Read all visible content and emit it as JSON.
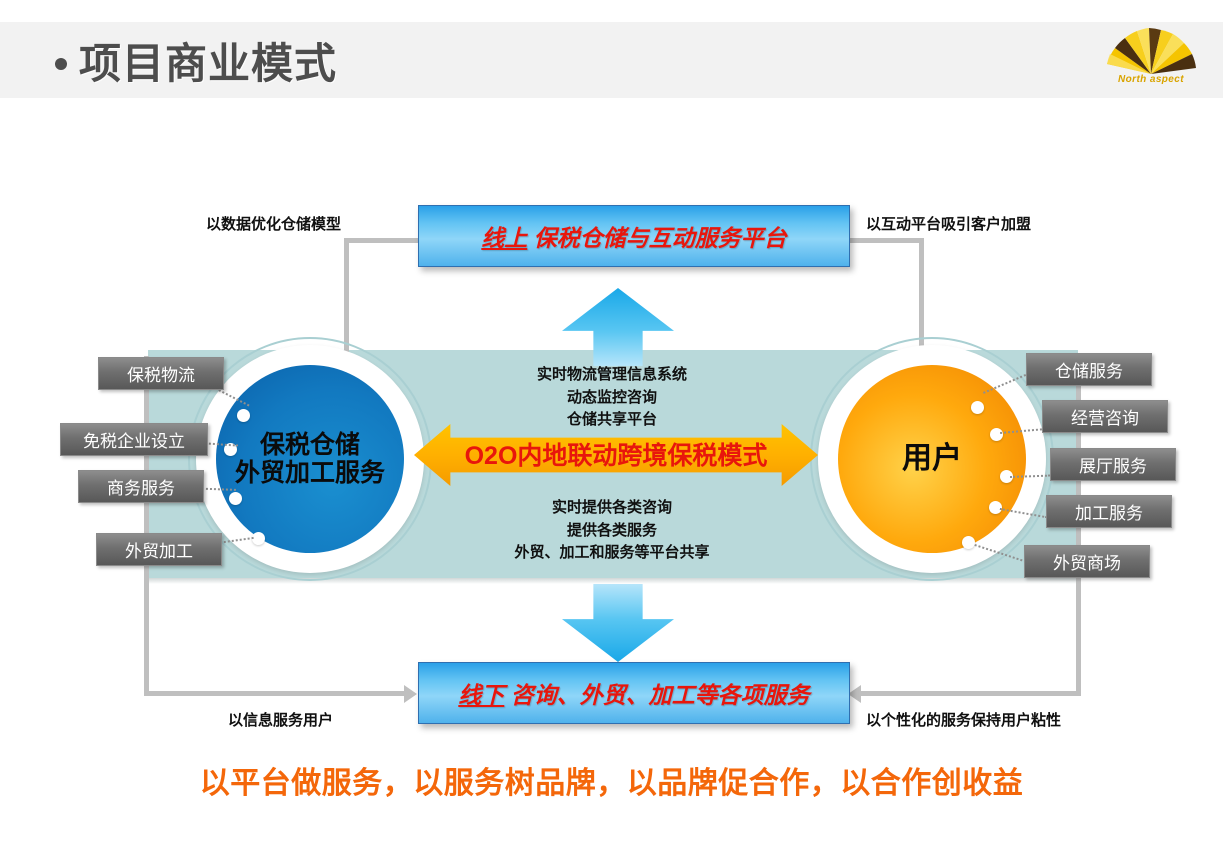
{
  "header": {
    "title": "项目商业模式",
    "logo_text": "North aspect",
    "logo_color": "#e8b500"
  },
  "banners": {
    "top": {
      "prefix": "线上",
      "text": " 保税仓储与互动服务平台"
    },
    "bottom": {
      "prefix": "线下",
      "text": " 咨询、外贸、加工等各项服务"
    }
  },
  "circles": {
    "left": {
      "line1": "保税仓储",
      "line2": "外贸加工服务",
      "color": "#1279c0"
    },
    "right": {
      "label": "用户",
      "color": "#ffa90d"
    }
  },
  "left_chips": [
    {
      "label": "保税物流"
    },
    {
      "label": "免税企业设立"
    },
    {
      "label": "商务服务"
    },
    {
      "label": "外贸加工"
    }
  ],
  "right_chips": [
    {
      "label": "仓储服务"
    },
    {
      "label": "经营咨询"
    },
    {
      "label": "展厅服务"
    },
    {
      "label": "加工服务"
    },
    {
      "label": "外贸商场"
    }
  ],
  "center": {
    "upper": [
      "实时物流管理信息系统",
      "动态监控咨询",
      "仓储共享平台"
    ],
    "arrow_label": "O2O内地联动跨境保税模式",
    "arrow_color": "#ffb000",
    "arrow_text_color": "#e8160c",
    "lower": [
      "实时提供各类咨询",
      "提供各类服务",
      "外贸、加工和服务等平台共享"
    ]
  },
  "annotations": {
    "top_left": "以数据优化仓储模型",
    "top_right": "以互动平台吸引客户加盟",
    "bottom_left": "以信息服务用户",
    "bottom_right": "以个性化的服务保持用户粘性"
  },
  "footer": {
    "slogan": "以平台做服务，以服务树品牌，以品牌促合作，以合作创收益",
    "slogan_color": "#f4670a"
  }
}
